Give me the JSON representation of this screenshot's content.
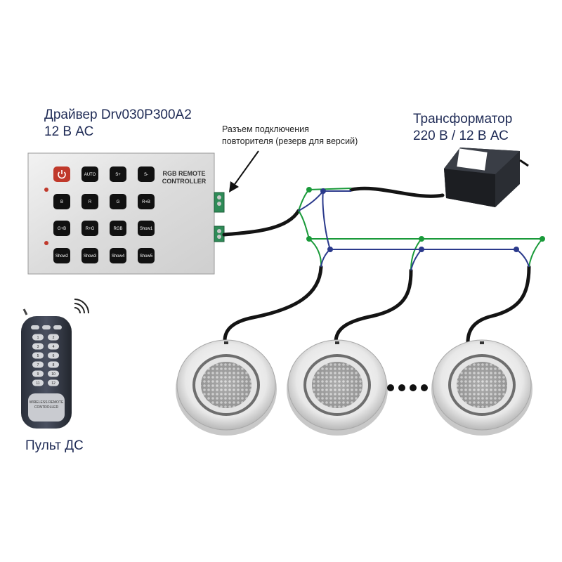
{
  "driver": {
    "title_line1": "Драйвер Drv030P300A2",
    "title_line2": "12 В АС",
    "panel_title_line1": "RGB REMOTE",
    "panel_title_line2": "CONTROLLER",
    "buttons": [
      [
        "",
        "AUTO",
        "S+",
        "S-"
      ],
      [
        "B",
        "R",
        "G",
        "R+B"
      ],
      [
        "G+B",
        "R+G",
        "RGB",
        "Show1"
      ],
      [
        "Show2",
        "Show3",
        "Show4",
        "Show5"
      ]
    ]
  },
  "connector_note": {
    "line1": "Разъем подключения",
    "line2": "повторителя (резерв для версий)"
  },
  "transformer": {
    "title_line1": "Трансформатор",
    "title_line2": "220 В / 12 В АС"
  },
  "remote": {
    "label": "Пульт ДС",
    "keys": [
      "1",
      "2",
      "3",
      "4",
      "5",
      "6",
      "7",
      "8",
      "9",
      "10",
      "11",
      "12"
    ],
    "caption_line1": "WIRELESS REMOTE",
    "caption_line2": "CONTROLLER"
  },
  "colors": {
    "wire_green": "#1a9a3a",
    "wire_blue": "#2b3a8c",
    "cable_black": "#141414",
    "text_navy": "#1e2a55"
  },
  "icons": {
    "power": "power-icon",
    "signal": "wireless-signal-icon",
    "arrow": "pointer-arrow-icon",
    "ellipsis": "ellipsis-dots-icon"
  }
}
